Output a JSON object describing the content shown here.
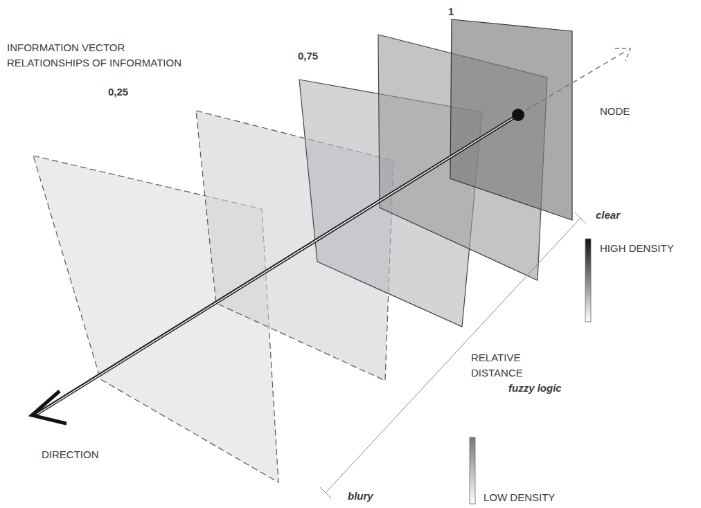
{
  "diagram": {
    "labels": [
      "INFORMATION VECTOR",
      "RELATIONSHIPS OF INFORMATION",
      "1",
      "0,75",
      "0,25",
      "NODE",
      "clear",
      "HIGH DENSITY",
      "RELATIVE DISTANCE",
      "fuzzy logic",
      "DIRECTION",
      "blury",
      "LOW DENSITY"
    ]
  }
}
